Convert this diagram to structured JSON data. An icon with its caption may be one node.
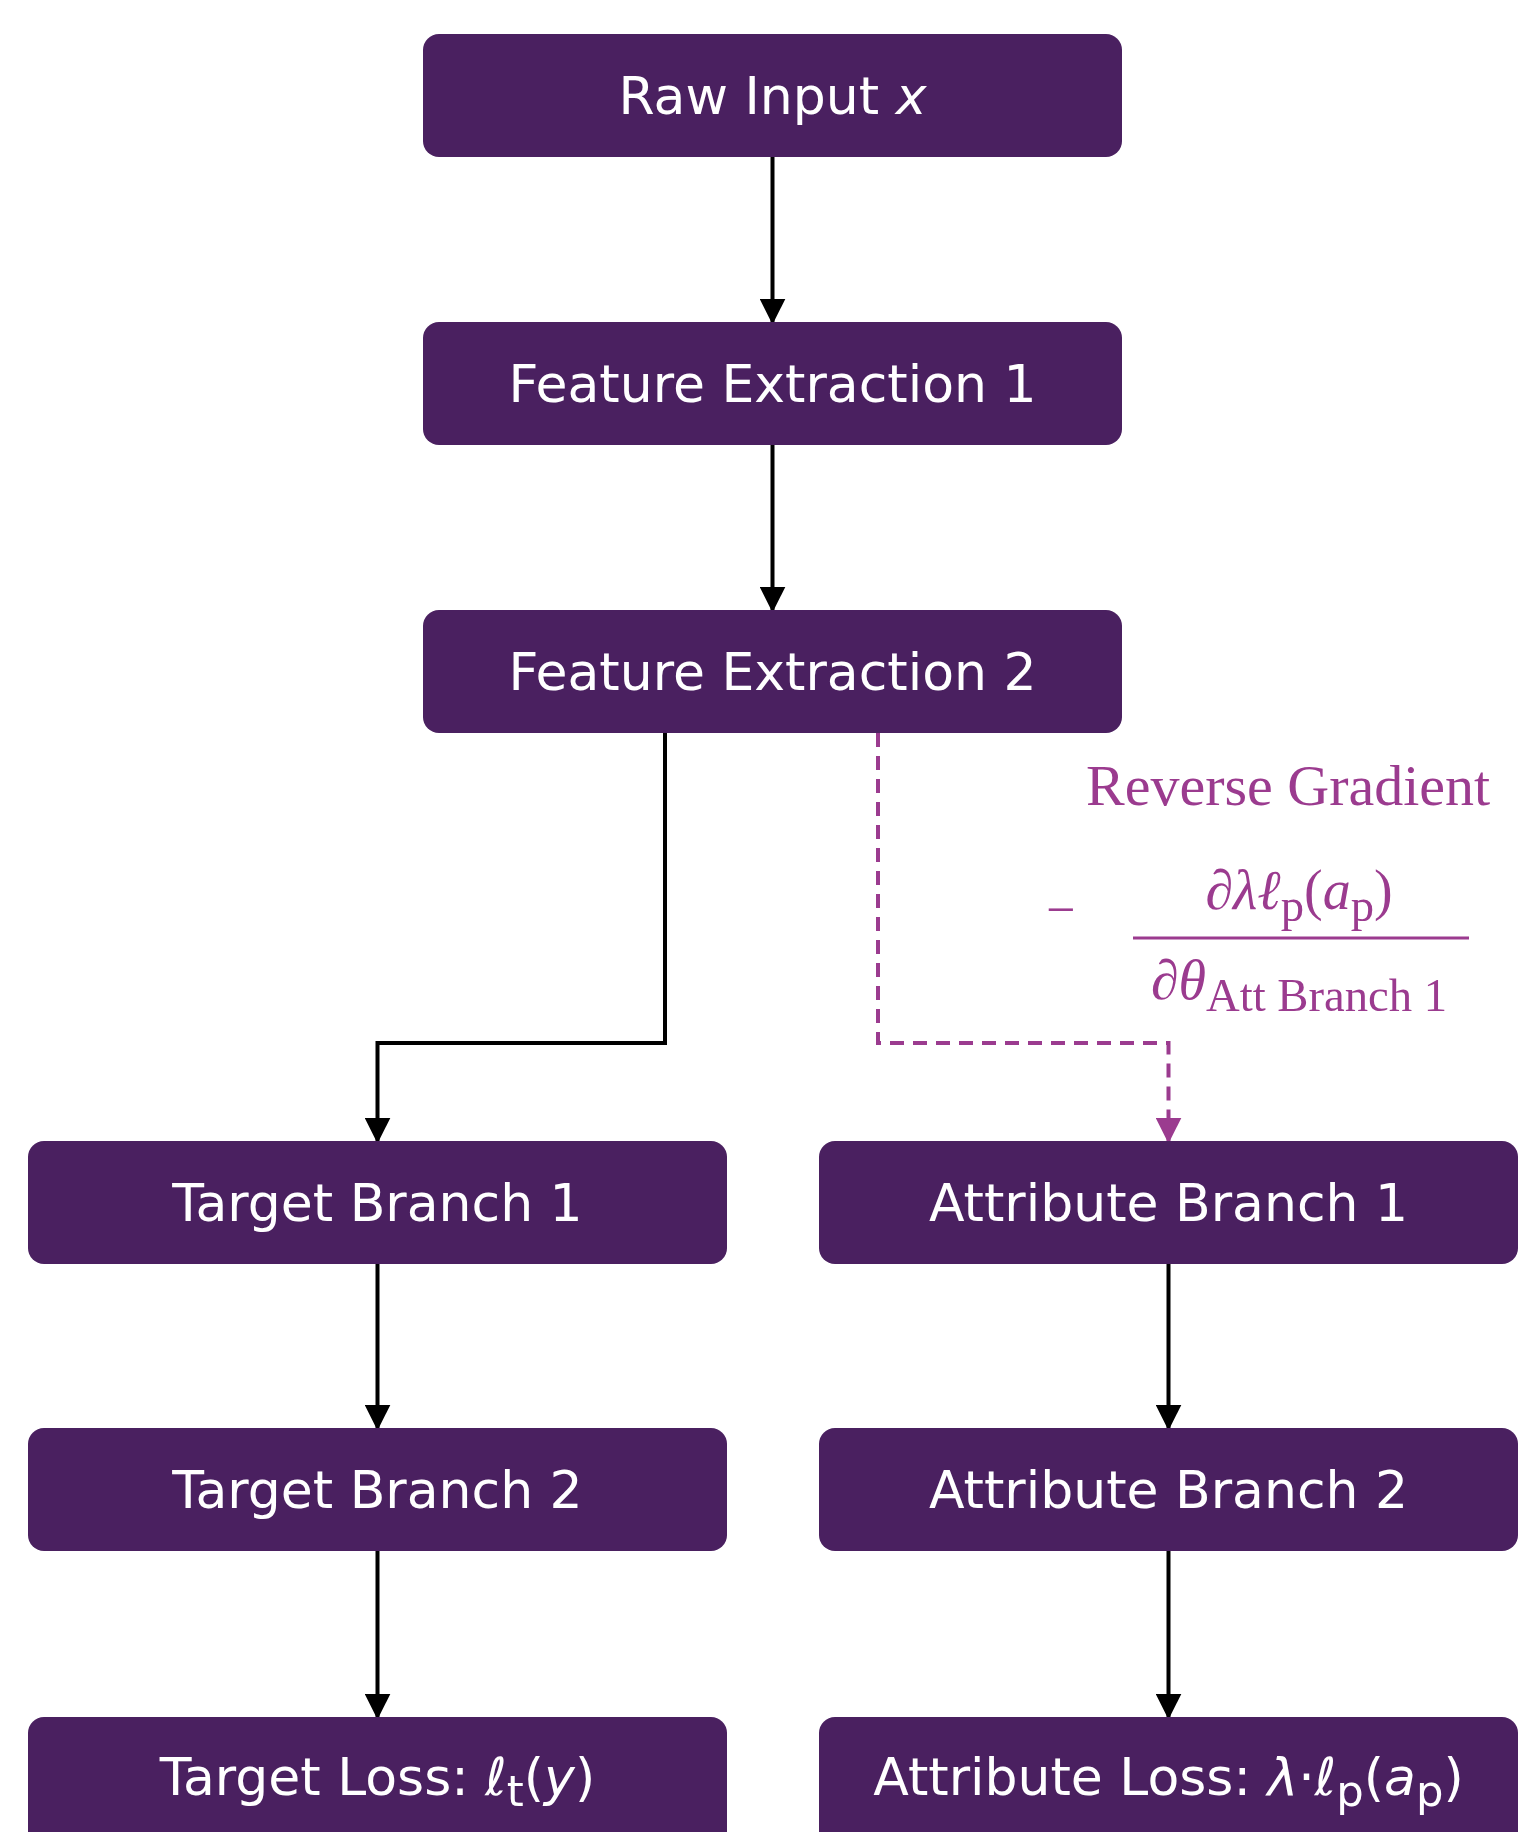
{
  "diagram": {
    "nodes": [
      {
        "text": [
          "Raw Input *x*"
        ]
      },
      {
        "text": [
          "Feature Extraction 1"
        ]
      },
      {
        "text": [
          "Feature Extraction 2"
        ]
      },
      {
        "text": [
          "Target Branch 1"
        ]
      },
      {
        "text": [
          "Attribute Branch 1"
        ]
      },
      {
        "text": [
          "Target Branch 2"
        ]
      },
      {
        "text": [
          "Attribute Branch 2"
        ]
      },
      {
        "text": [
          "Target Loss: *ℓ*$_{t}$(*y*)"
        ]
      },
      {
        "text": [
          "Attribute Loss: *λ*·*ℓ*$_{p}$(*a*$_{p}$)"
        ]
      }
    ],
    "edges": [
      {
        "from": 0,
        "to": 1,
        "arrow": "to"
      },
      {
        "from": 1,
        "to": 2,
        "arrow": "to"
      },
      {
        "from": 2,
        "to": 3,
        "arrow": "to"
      },
      {
        "from": 2,
        "to": 4,
        "arrow": "to",
        "label": "Reverse Gradient",
        "style": "dashed",
        "color": "#9b3b8f"
      },
      {
        "from": 3,
        "to": 5,
        "arrow": "to"
      },
      {
        "from": 4,
        "to": 6,
        "arrow": "to"
      },
      {
        "from": 5,
        "to": 7,
        "arrow": "to"
      },
      {
        "from": 6,
        "to": 8,
        "arrow": "to"
      }
    ],
    "labels": [
      "−",
      "*∂λℓ*$_{p}$(*a*$_{p}$)",
      "*∂θ*$_{Att Branch 1}$"
    ]
  }
}
